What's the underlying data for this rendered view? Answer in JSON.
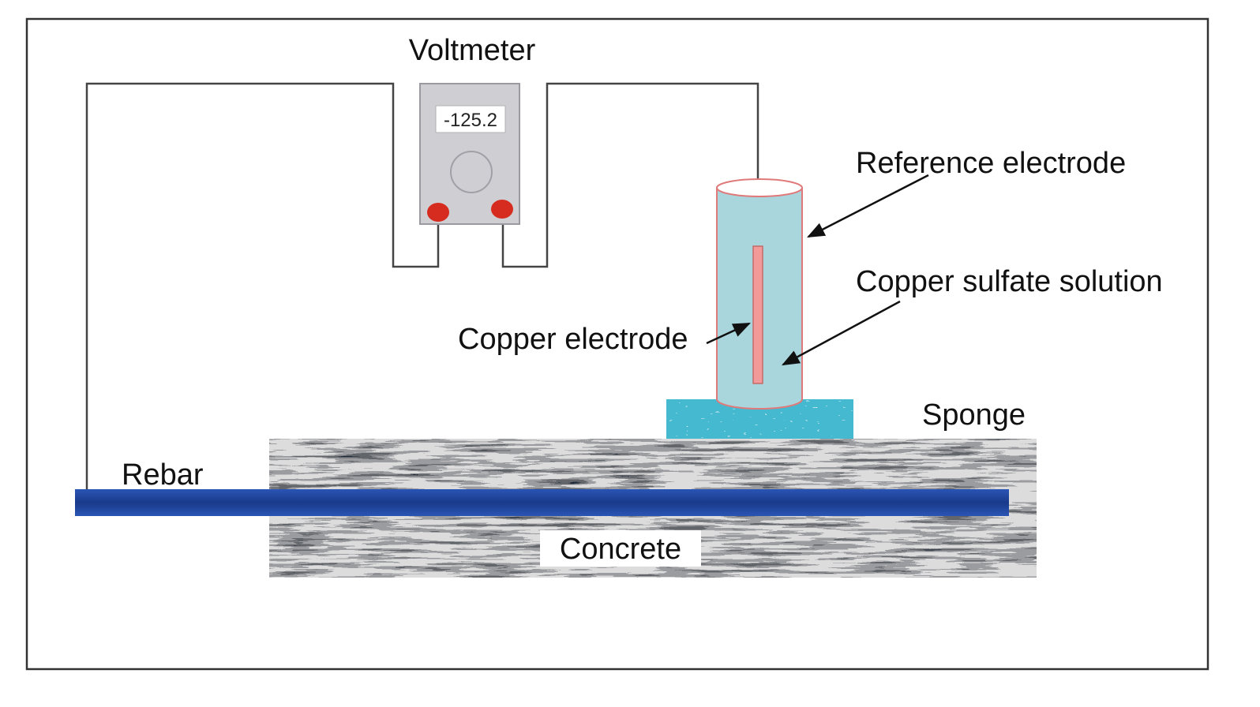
{
  "labels": {
    "voltmeter": "Voltmeter",
    "reference_electrode": "Reference electrode",
    "copper_sulfate_solution": "Copper sulfate solution",
    "copper_electrode": "Copper electrode",
    "sponge": "Sponge",
    "rebar": "Rebar",
    "concrete": "Concrete"
  },
  "voltmeter": {
    "reading": "-125.2"
  },
  "colors": {
    "frame": "#333333",
    "wire": "#444444",
    "meter_body": "#cfcfd3",
    "terminal": "#d62b1f",
    "solution": "#a9d6dc",
    "tube_outline": "#e07a7a",
    "copper_rod": "#f29a9a",
    "sponge": "#44b9cf",
    "concrete_light": "#dcdcdc",
    "concrete_dark": "#1c2a3a",
    "rebar": "#1f3f8f"
  }
}
